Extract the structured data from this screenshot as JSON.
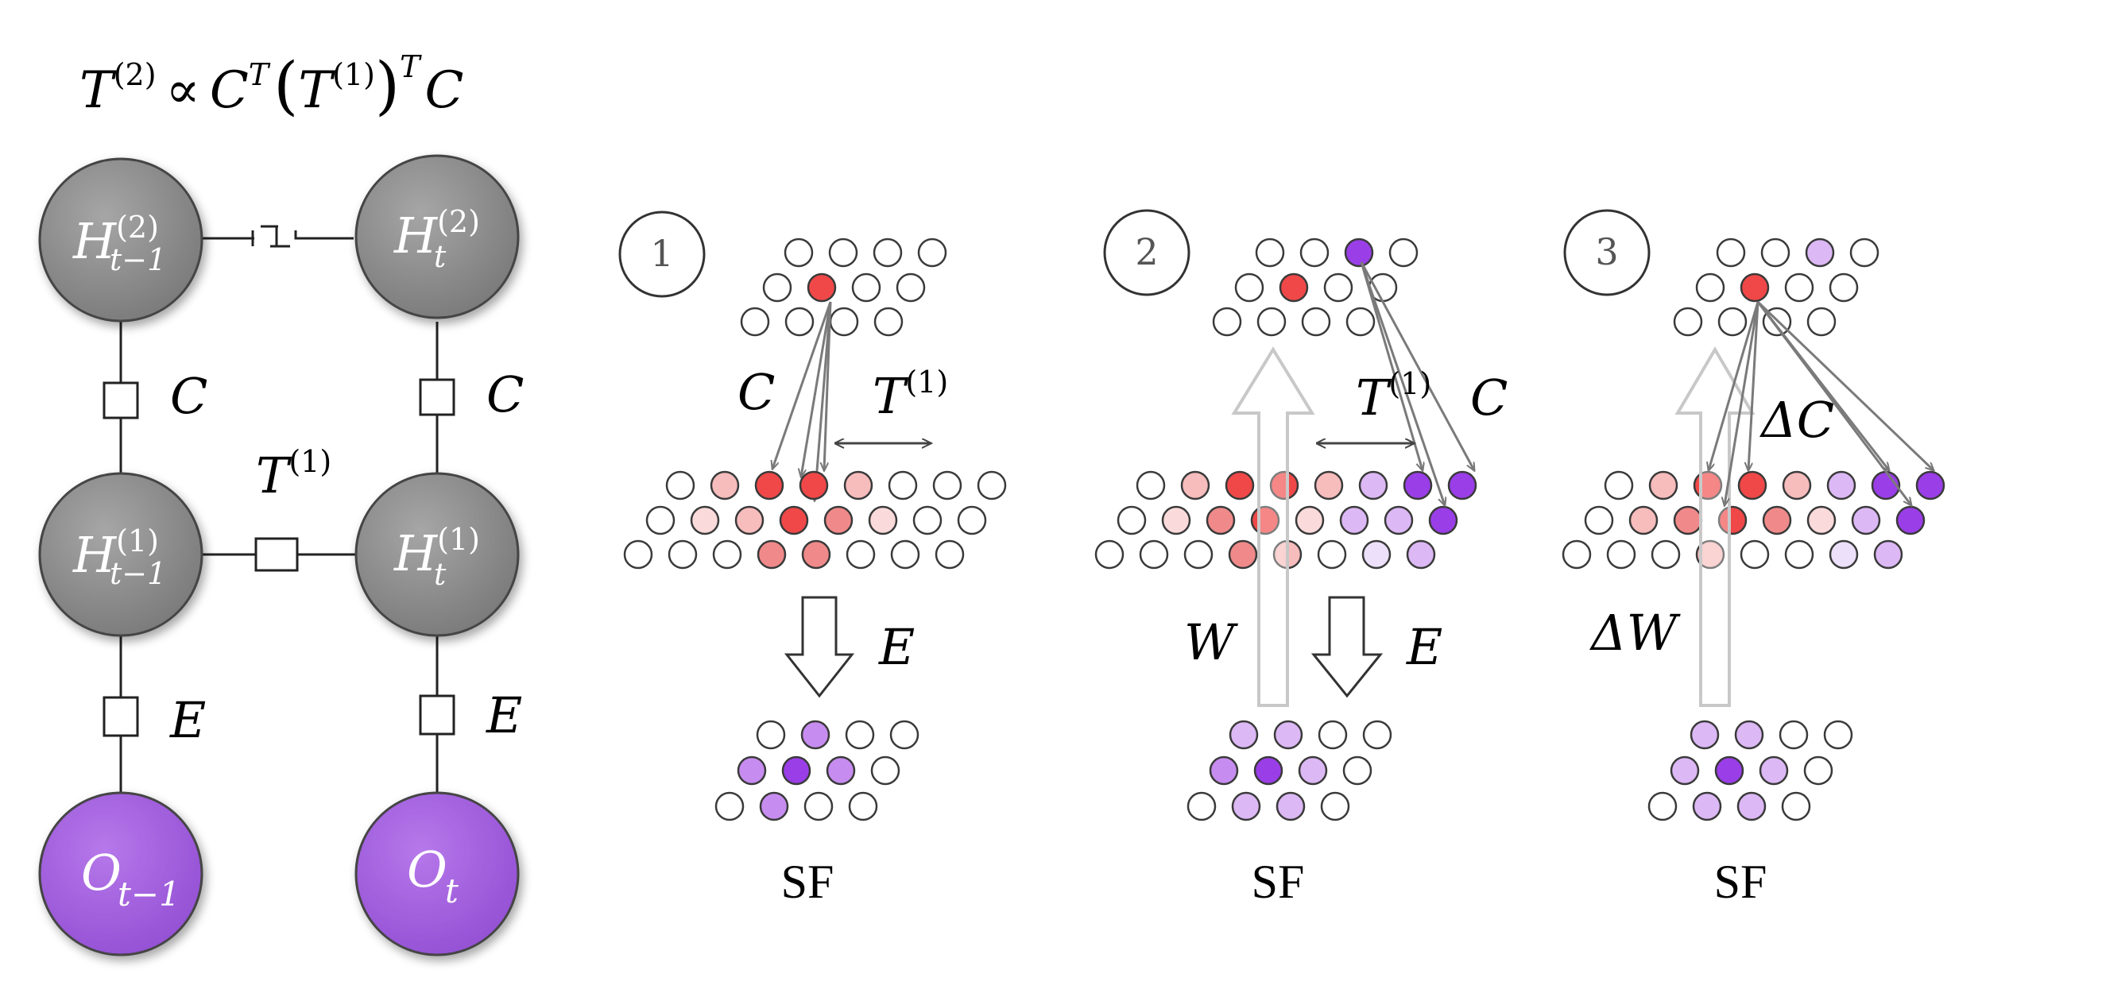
{
  "formula": {
    "T": "T",
    "sup2": "(2)",
    "prop": "∝",
    "C": "C",
    "supT": "T",
    "lparen": "(",
    "T1": "T",
    "sup1": "(1)",
    "rparen": ")",
    "supT2": "T",
    "C2": "C"
  },
  "nodes": {
    "h2_prev": {
      "base": "H",
      "sup": "(2)",
      "sub": "t−1"
    },
    "h2_curr": {
      "base": "H",
      "sup": "(2)",
      "sub": "t"
    },
    "h1_prev": {
      "base": "H",
      "sup": "(1)",
      "sub": "t−1"
    },
    "h1_curr": {
      "base": "H",
      "sup": "(1)",
      "sub": "t"
    },
    "o_prev": {
      "base": "O",
      "sub": "t−1"
    },
    "o_curr": {
      "base": "O",
      "sub": "t"
    }
  },
  "edges": {
    "c_left": "C",
    "c_right": "C",
    "t1_label": "T",
    "t1_sup": "(1)",
    "e_left": "E",
    "e_right": "E"
  },
  "panels": [
    {
      "number": "1",
      "c_label": "C",
      "t_label": "T",
      "t_sup": "(1)",
      "e_label": "E",
      "sf_label": "SF"
    },
    {
      "number": "2",
      "c_label": "C",
      "t_label": "T",
      "t_sup": "(1)",
      "w_label": "W",
      "e_label": "E",
      "sf_label": "SF"
    },
    {
      "number": "3",
      "dc_label": "ΔC",
      "dw_label": "ΔW",
      "sf_label": "SF"
    }
  ],
  "colors": {
    "hidden_node": "#8a8a8a",
    "observed_node": "#a058dc",
    "red_strong": "#f04848",
    "red_mid": "#f08a8a",
    "red_light": "#f7bcbc",
    "red_faint": "#fadada",
    "purple_strong": "#9a3ee8",
    "purple_mid": "#c78cf0",
    "purple_light": "#dcb8f5",
    "purple_faint": "#ece0fa"
  }
}
